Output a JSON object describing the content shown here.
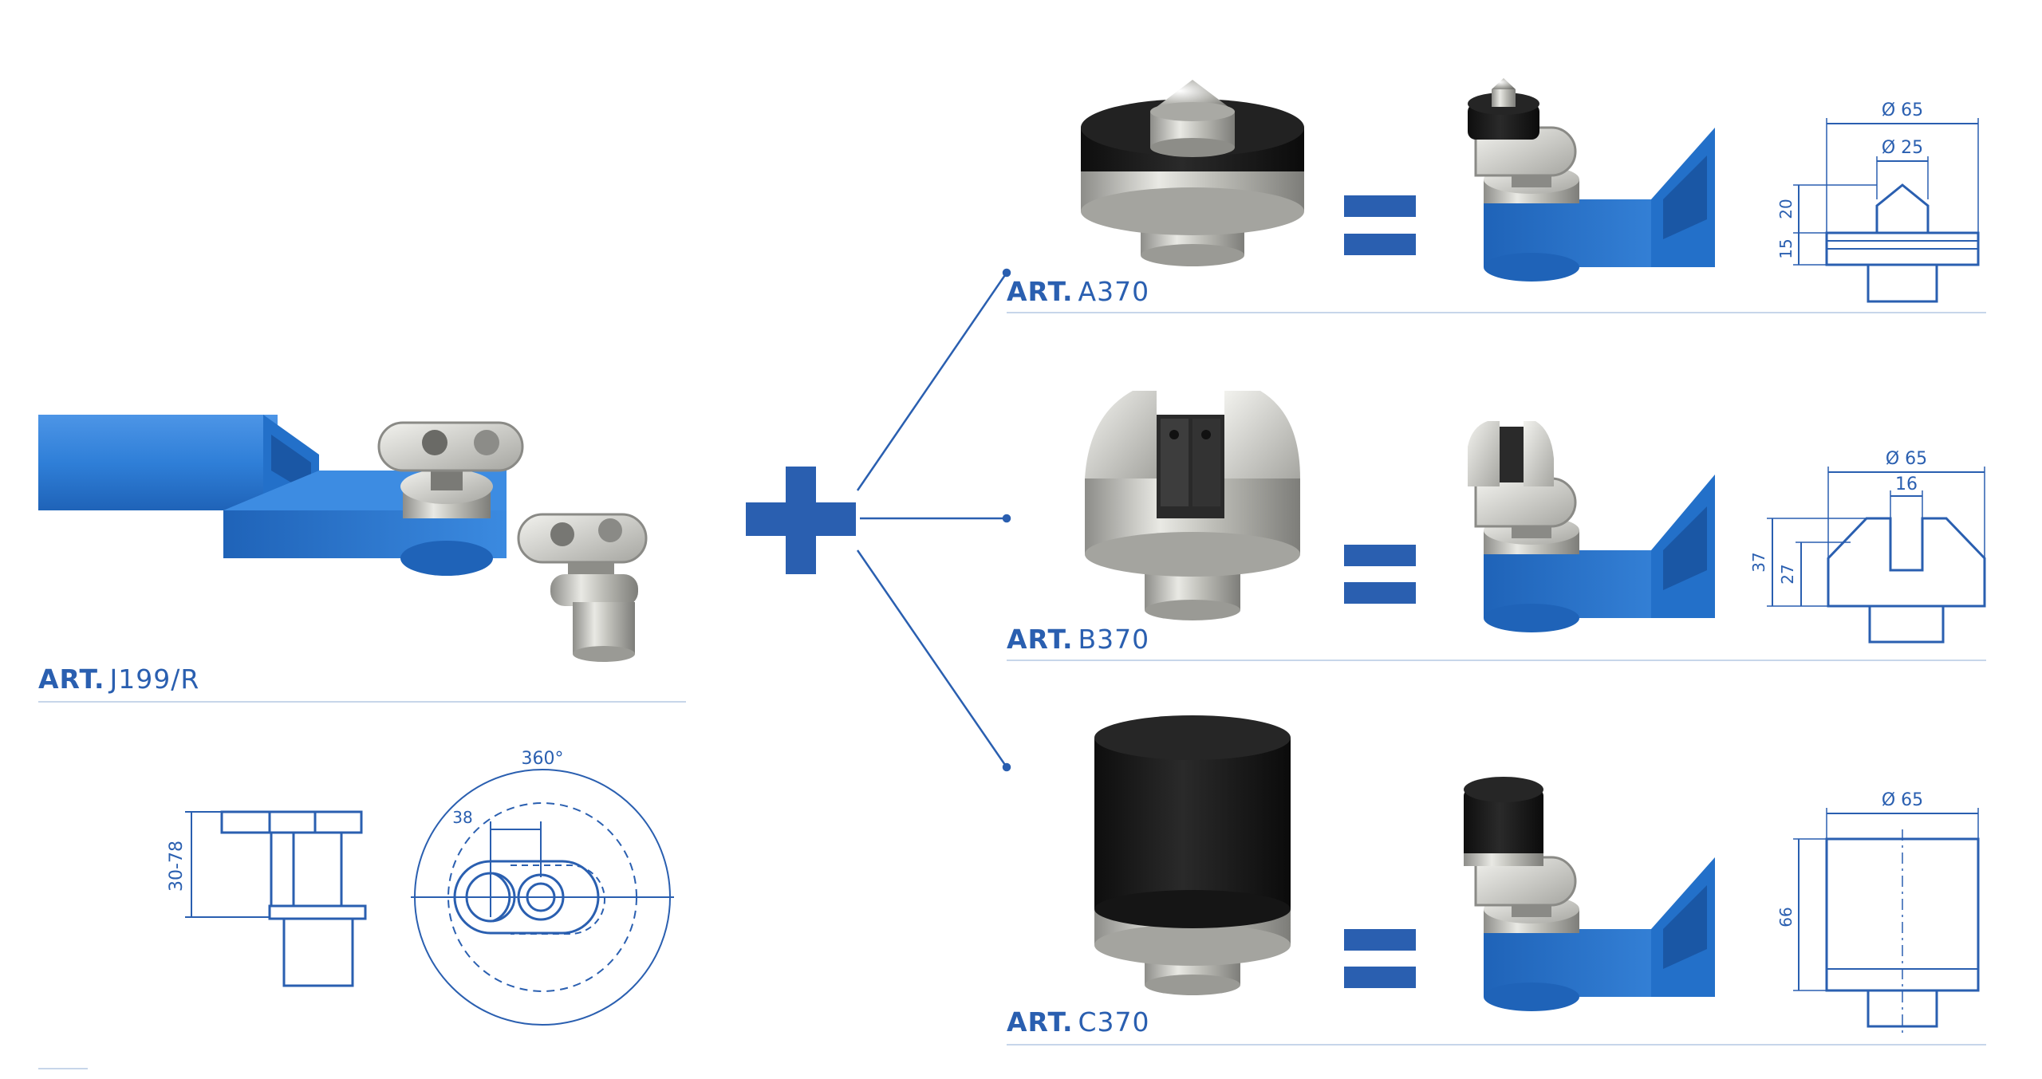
{
  "articles": {
    "base": {
      "prefix": "ART.",
      "code": "J199/R"
    },
    "a": {
      "prefix": "ART.",
      "code": "A370"
    },
    "b": {
      "prefix": "ART.",
      "code": "B370"
    },
    "c": {
      "prefix": "ART.",
      "code": "C370"
    }
  },
  "dimensions": {
    "base": {
      "height": "30-78",
      "rotation": "360°",
      "offset": "38"
    },
    "a": {
      "outer": "Ø 65",
      "inner": "Ø 25",
      "h1": "20",
      "h2": "15"
    },
    "b": {
      "outer": "Ø 65",
      "slot": "16",
      "h1": "37",
      "h2": "27"
    },
    "c": {
      "outer": "Ø 65",
      "height": "66"
    }
  },
  "colors": {
    "brand_blue": "#2a5fb0",
    "arm_blue": "#2f7fd8",
    "rubber": "#1b1b1b",
    "steel": "#c9c9c4"
  }
}
